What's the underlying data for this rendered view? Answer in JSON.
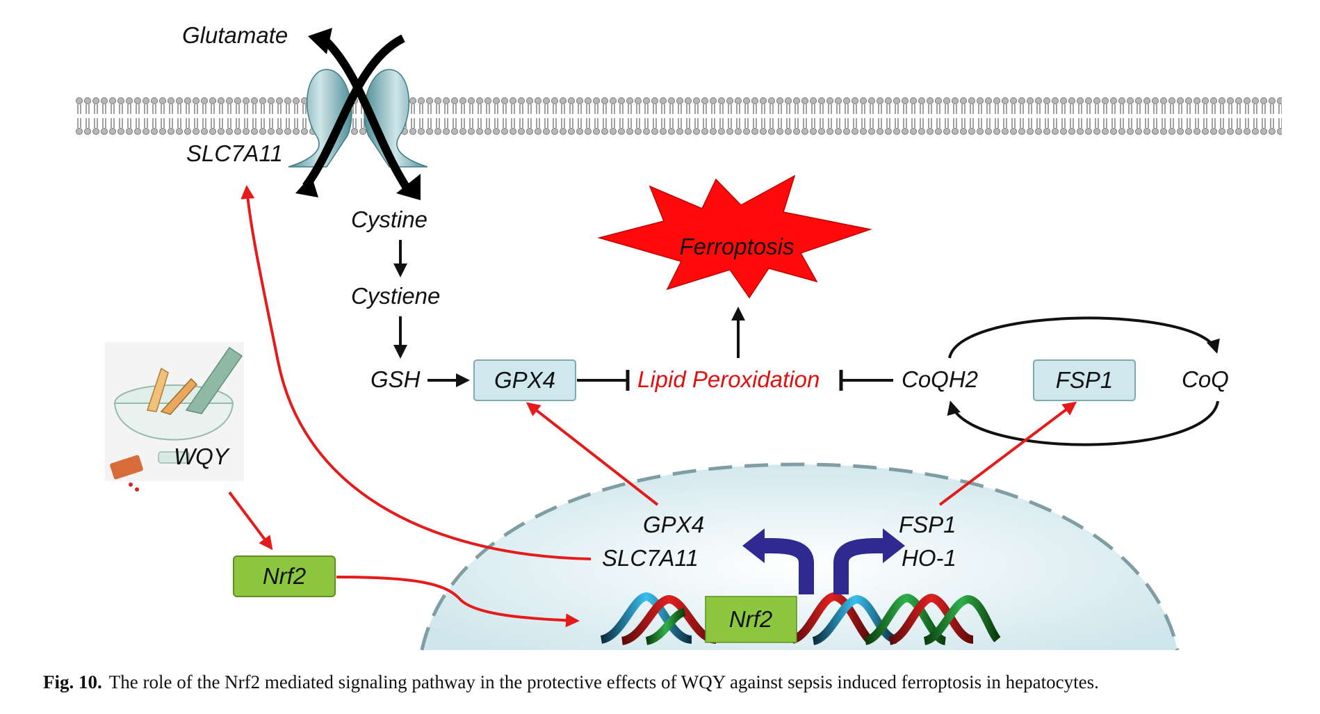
{
  "labels": {
    "glutamate": "Glutamate",
    "slc7a11_membrane": "SLC7A11",
    "cystine": "Cystine",
    "cystiene": "Cystiene",
    "gsh": "GSH",
    "gpx4_box": "GPX4",
    "lipid_peroxidation": "Lipid Peroxidation",
    "ferroptosis": "Ferroptosis",
    "coqh2": "CoQH2",
    "fsp1_box": "FSP1",
    "coq": "CoQ",
    "wqy": "WQY",
    "nrf2_box": "Nrf2",
    "nucleus_gpx4": "GPX4",
    "nucleus_slc7a11": "SLC7A11",
    "nucleus_fsp1": "FSP1",
    "nucleus_ho1": "HO-1",
    "dna_nrf2": "Nrf2"
  },
  "caption": {
    "figure_label": "Fig. 10.",
    "text": "The role of the Nrf2 mediated signaling pathway in the protective effects of WQY against sepsis induced ferroptosis in hepatocytes."
  },
  "colors": {
    "activation_arrow": "#e51b1b",
    "inhibition": "#111111",
    "protein_box_fill": "#cfe8ee",
    "nrf2_fill": "#8dc63f",
    "ferroptosis_burst": "#ff0a0a",
    "transcription_arrows": "#2e2a8f",
    "nucleus_fill": "#dbeef2"
  }
}
